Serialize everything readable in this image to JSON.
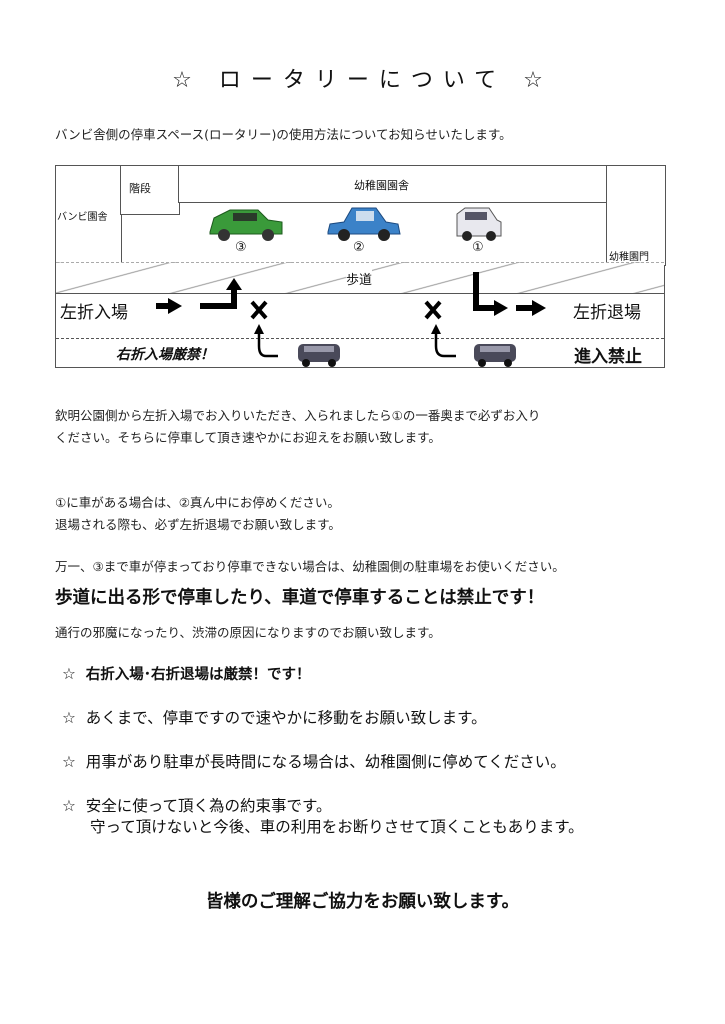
{
  "title": "☆ ロータリーについて ☆",
  "intro": "バンビ舎側の停車スペース(ロータリー)の使用方法についてお知らせいたします。",
  "diagram": {
    "bambi_building": "バンビ園舎",
    "stairs": "階段",
    "kindergarten_building": "幼稚園園舎",
    "kindergarten_gate": "幼稚園門",
    "sidewalk": "歩道",
    "spot_labels": [
      "③",
      "②",
      "①"
    ],
    "left_turn_entry": "左折入場",
    "left_turn_exit": "左折退場",
    "no_right_turn_entry": "右折入場厳禁！",
    "no_entry": "進入禁止",
    "car_colors": [
      "#3a9a3a",
      "#3b82c8",
      "#e8e8ee"
    ]
  },
  "paragraphs": [
    "欽明公園側から左折入場でお入りいただき、入られましたら①の一番奥まで必ずお入り",
    "ください。そちらに停車して頂き速やかにお迎えをお願い致します。",
    "①に車がある場合は、②真ん中にお停めください。",
    "退場される際も、必ず左折退場でお願い致します。",
    "万一、③まで車が停まっており停車できない場合は、幼稚園側の駐車場をお使いください。"
  ],
  "warning": "歩道に出る形で停車したり、車道で停車することは禁止です！",
  "warning_note": "通行の邪魔になったり、渋滞の原因になりますのでお願い致します。",
  "bullets": [
    {
      "star": "☆",
      "text": "右折入場･右折退場は厳禁！です！"
    },
    {
      "star": "☆",
      "text": "あくまで、停車ですので速やかに移動をお願い致します。"
    },
    {
      "star": "☆",
      "text": "用事があり駐車が長時間になる場合は、幼稚園側に停めてください。"
    },
    {
      "star": "☆",
      "text": "安全に使って頂く為の約束事です。",
      "text2": "守って頂けないと今後、車の利用をお断りさせて頂くこともあります。"
    }
  ],
  "closing": "皆様のご理解ご協力をお願い致します。"
}
